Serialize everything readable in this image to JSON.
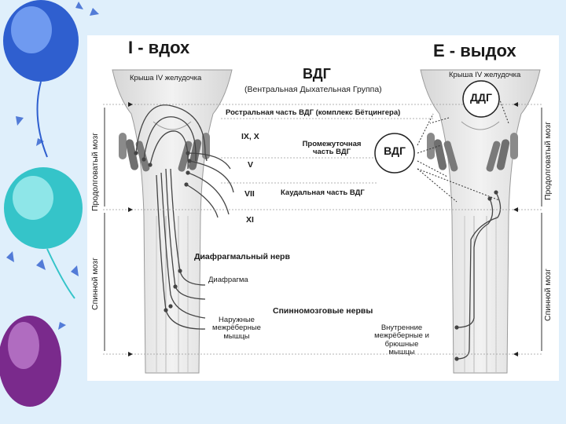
{
  "diagram": {
    "inhale_title": "I - вдох",
    "exhale_title": "E - выдох",
    "fourth_ventricle_roof_left": "Крыша IV желудочка",
    "fourth_ventricle_roof_right": "Крыша IV желудочка",
    "vdg_title": "ВДГ",
    "vdg_full_name": "(Вентральная Дыхательная Группа)",
    "rostral_vdg": "Ростральная часть ВДГ (комплекс Бётцингера)",
    "intermediate_vdg": "Промежуточная часть ВДГ",
    "caudal_vdg": "Каудальная часть ВДГ",
    "vdg_circle": "ВДГ",
    "ddg_circle": "ДДГ",
    "nerve_ix_x": "IX, X",
    "nerve_v": "V",
    "nerve_vii": "VII",
    "nerve_xi": "XI",
    "phrenic_nerve": "Диафрагмальный нерв",
    "diaphragm": "Диафрагма",
    "spinal_nerves": "Спинномозговые нервы",
    "external_intercostal": "Наружные межрёберные мышцы",
    "internal_intercostal": "Внутренние межрёберные и брюшные мышцы",
    "medulla_left": "Продолговатый мозг",
    "spinal_cord_left": "Спинной мозг",
    "medulla_right": "Продолговатый мозг",
    "spinal_cord_right": "Спинной мозг"
  },
  "colors": {
    "slide_background": "#dfeffb",
    "balloon_blue": "#2f5fcf",
    "balloon_cyan": "#35c4c9",
    "balloon_purple": "#7a2a8c",
    "nucleus_gray": "#8a8a8a"
  }
}
